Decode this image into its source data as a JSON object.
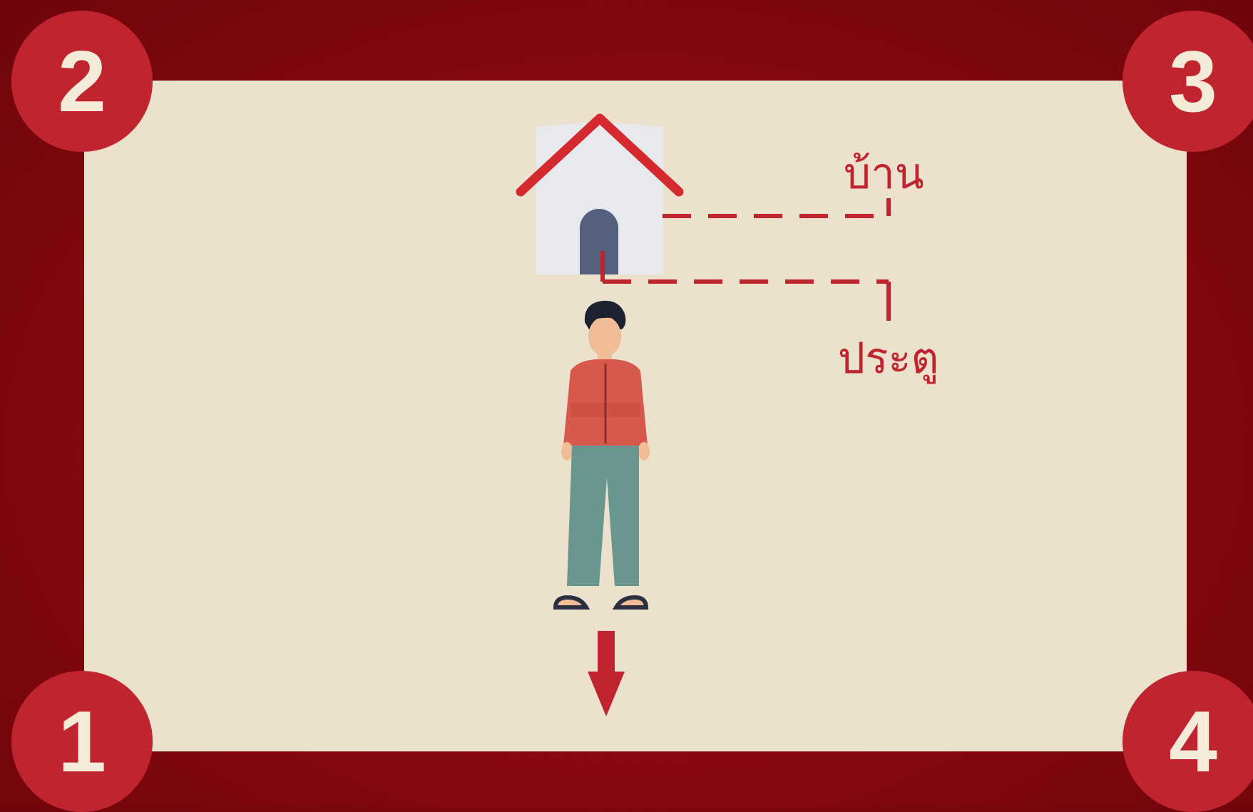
{
  "corners": [
    "1",
    "2",
    "3",
    "4"
  ],
  "labels": {
    "house": "บ้าน",
    "door": "ประตู"
  },
  "colors": {
    "background": "#8a0a10",
    "panel": "#ebe1cc",
    "accent": "#c0252f",
    "corner_text": "#f3ead7"
  },
  "icons": [
    "house-icon",
    "door-icon",
    "person-icon",
    "down-arrow-icon"
  ]
}
